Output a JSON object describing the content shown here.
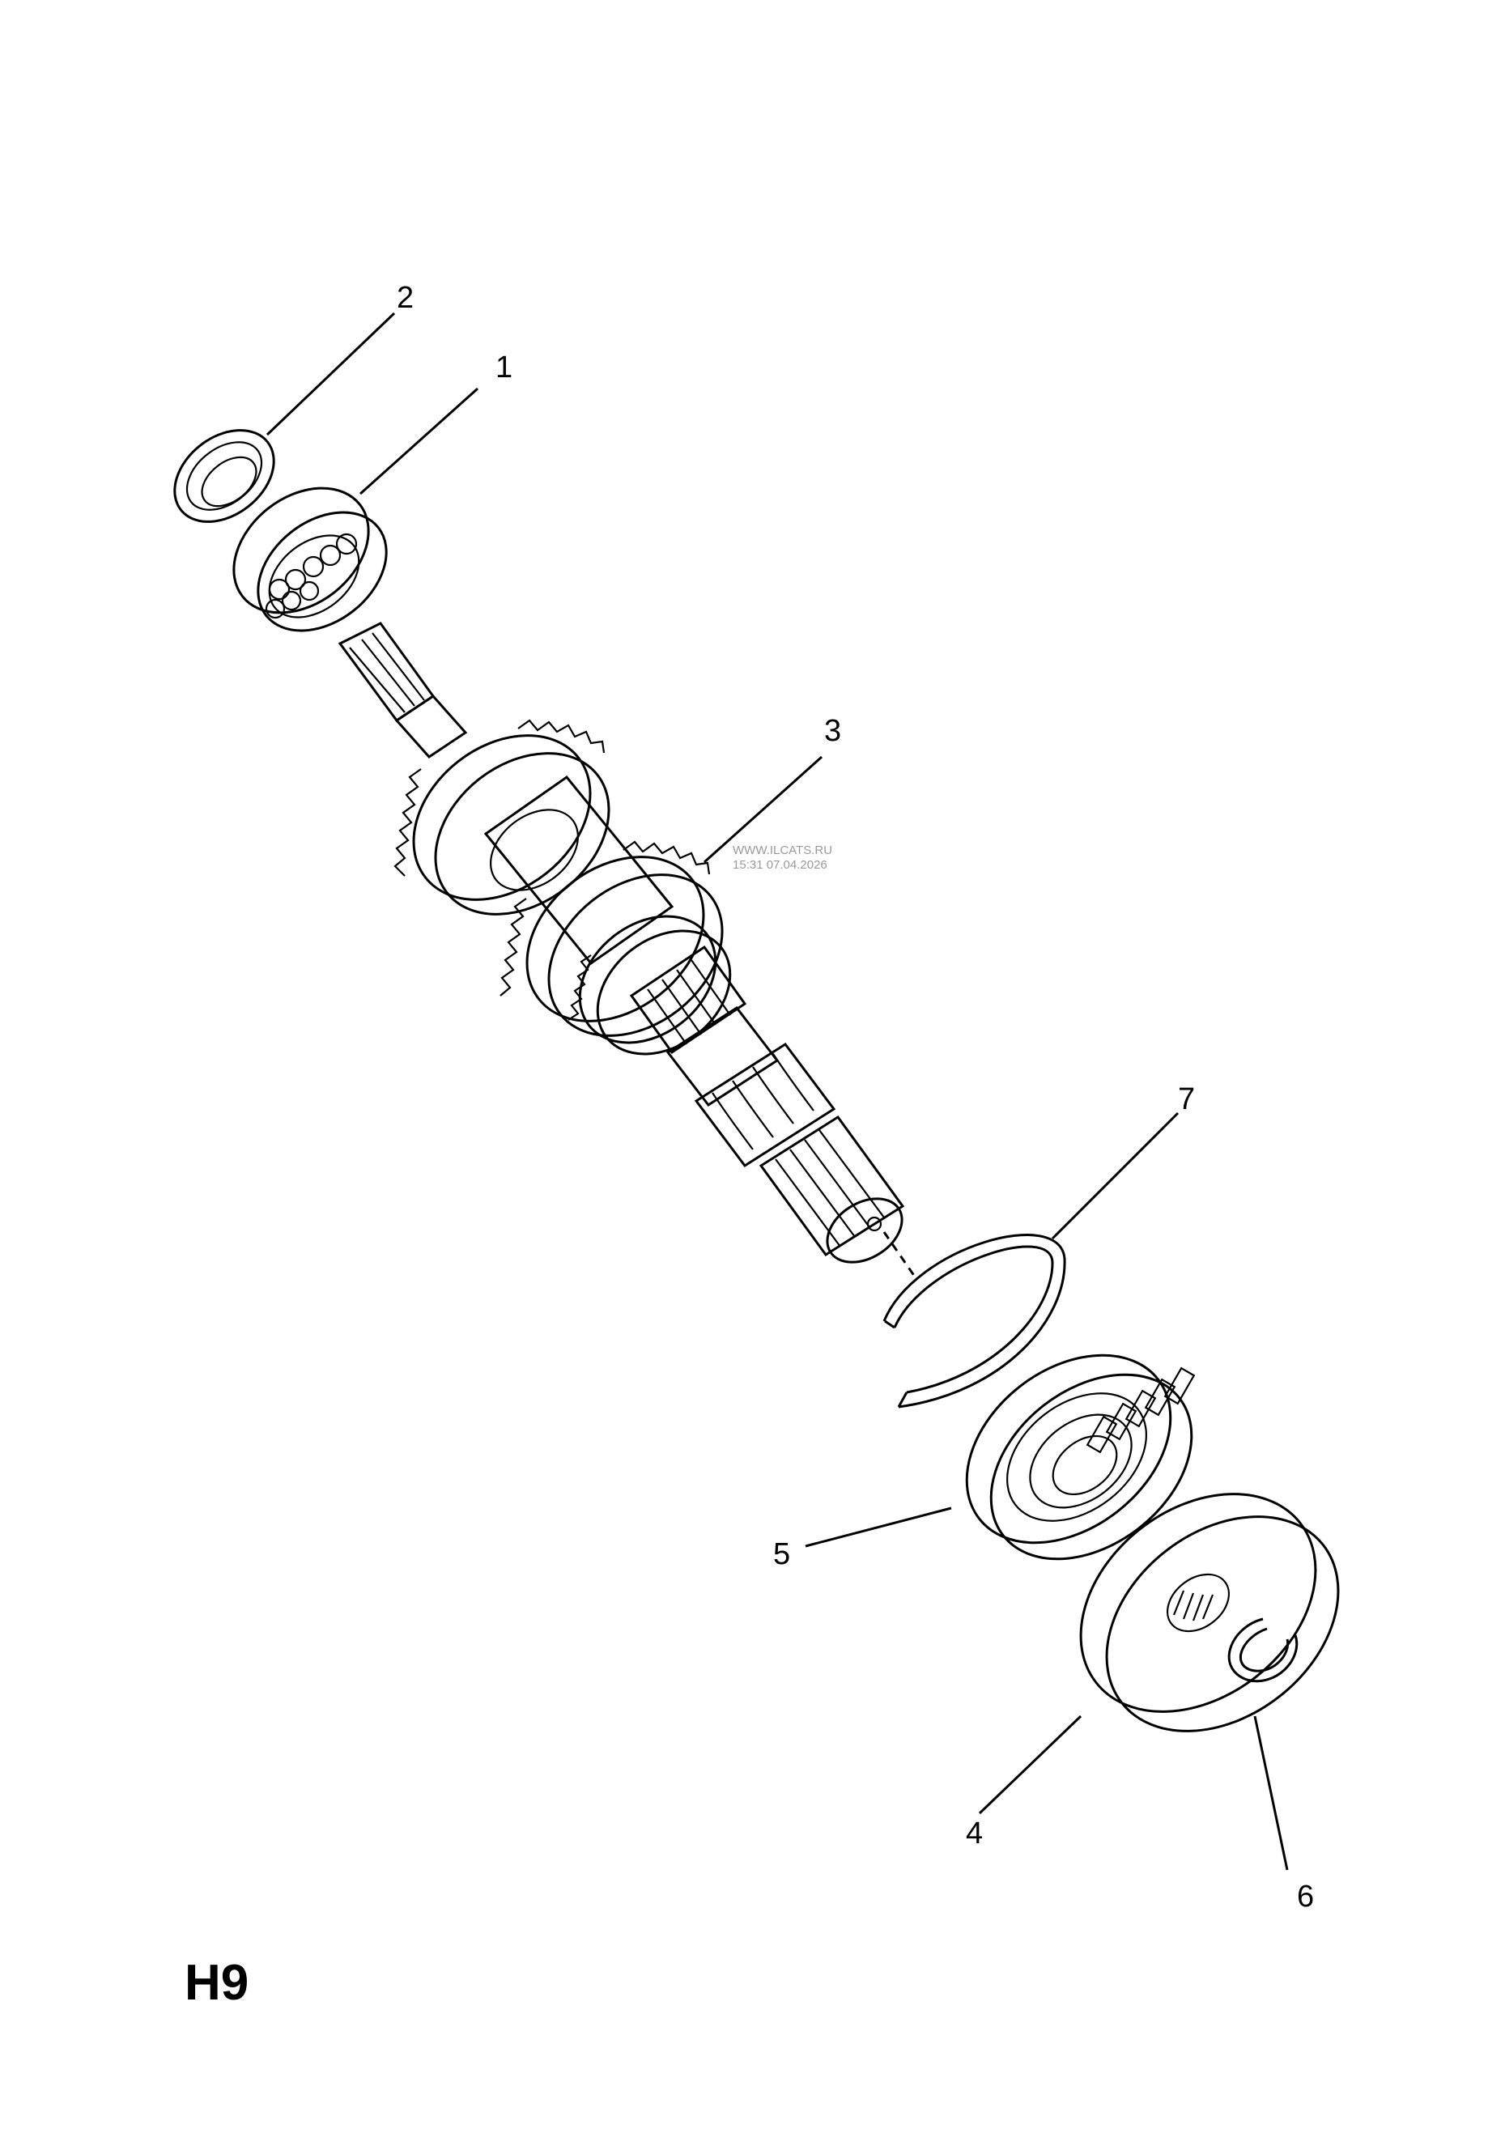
{
  "sheet_code": "H9",
  "watermark": {
    "line1": "WWW.ILCATS.RU",
    "line2": "15:31 07.04.2026"
  },
  "callouts": [
    {
      "id": "1",
      "label": "1",
      "part": "roller-bearing"
    },
    {
      "id": "2",
      "label": "2",
      "part": "seal-ring"
    },
    {
      "id": "3",
      "label": "3",
      "part": "gear-shaft"
    },
    {
      "id": "4",
      "label": "4",
      "part": "gear-hub"
    },
    {
      "id": "5",
      "label": "5",
      "part": "ball-bearing"
    },
    {
      "id": "6",
      "label": "6",
      "part": "small-circlip"
    },
    {
      "id": "7",
      "label": "7",
      "part": "large-snap-ring"
    }
  ],
  "colors": {
    "ink": "#000000",
    "paper": "#ffffff",
    "watermark": "#9a9a9a"
  }
}
